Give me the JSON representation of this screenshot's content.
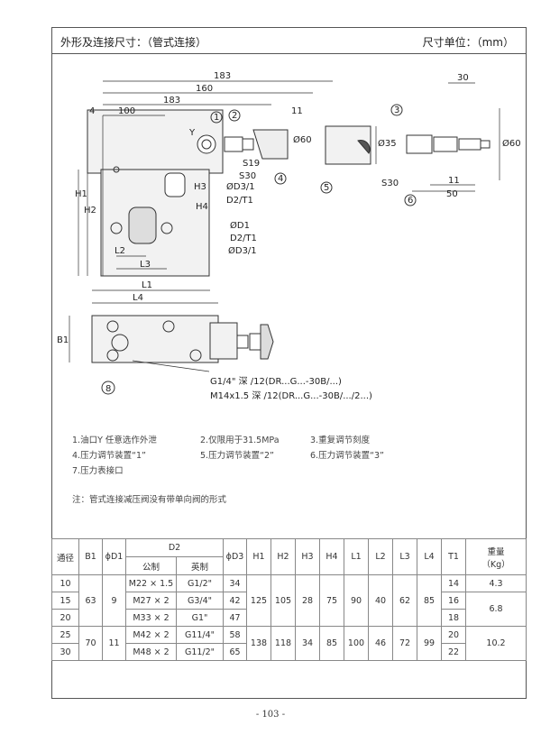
{
  "header": {
    "title": "外形及连接尺寸：（管式连接）",
    "unit": "尺寸单位：（mm）"
  },
  "drawing_labels": {
    "d183a": "183",
    "d160": "160",
    "d183b": "183",
    "d100": "100",
    "d4": "4",
    "d11a": "11",
    "d60a": "Ø60",
    "dH1": "H1",
    "dH2": "H2",
    "dH3": "H3",
    "dH4": "H4",
    "s19": "S19",
    "s30a": "S30",
    "d3_1a": "ØD3/1",
    "d2t1a": "D2/T1",
    "dD1": "ØD1",
    "d2t1b": "D2/T1",
    "d3_1b": "ØD3/1",
    "L2": "L2",
    "L3": "L3",
    "d30": "30",
    "d35": "Ø35",
    "d60b": "Ø60",
    "s30b": "S30",
    "d11b": "11",
    "d50": "50",
    "n1": "1",
    "n2": "2",
    "n3": "3",
    "n4": "4",
    "n5": "5",
    "n6": "6",
    "n8": "8",
    "Y": "Y",
    "L1": "L1",
    "L4": "L4",
    "B1": "B1",
    "thread1": "G1/4\" 深 /12(DR...G...-30B/...)",
    "thread2": "M14x1.5 深 /12(DR...G...-30B/.../2...)"
  },
  "notes": [
    "1.油口Y 任意选作外泄",
    "2.仅限用于31.5MPa",
    "3.重复调节刻度",
    "4.压力调节装置“1”",
    "5.压力调节装置“2”",
    "6.压力调节装置“3”",
    "7.压力表接口"
  ],
  "footnote": "注：管式连接减压阀没有带单向阀的形式",
  "table": {
    "headers": {
      "tongjing": "通径",
      "b1": "B1",
      "d1": "ϕD1",
      "d2": "D2",
      "metric": "公制",
      "imperial": "英制",
      "d3": "ϕD3",
      "h1": "H1",
      "h2": "H2",
      "h3": "H3",
      "h4": "H4",
      "l1": "L1",
      "l2": "L2",
      "l3": "L3",
      "l4": "L4",
      "t1": "T1",
      "weight": "重量",
      "weight_unit": "（Kg）"
    },
    "groups": [
      {
        "b1": "63",
        "d1": "9",
        "h1": "125",
        "h2": "105",
        "h3": "28",
        "h4": "75",
        "l1": "90",
        "l2": "40",
        "l3": "62",
        "l4": "85",
        "rows": [
          {
            "size": "10",
            "metric": "M22 × 1.5",
            "imperial": "G1/2\"",
            "d3": "34",
            "t1": "14",
            "weight": "4.3"
          },
          {
            "size": "15",
            "metric": "M27 × 2",
            "imperial": "G3/4\"",
            "d3": "42",
            "t1": "16",
            "weight": "6.8"
          },
          {
            "size": "20",
            "metric": "M33 × 2",
            "imperial": "G1\"",
            "d3": "47",
            "t1": "18",
            "weight": ""
          }
        ]
      },
      {
        "b1": "70",
        "d1": "11",
        "h1": "138",
        "h2": "118",
        "h3": "34",
        "h4": "85",
        "l1": "100",
        "l2": "46",
        "l3": "72",
        "l4": "99",
        "rows": [
          {
            "size": "25",
            "metric": "M42 × 2",
            "imperial": "G11/4\"",
            "d3": "58",
            "t1": "20",
            "weight": "10.2"
          },
          {
            "size": "30",
            "metric": "M48 × 2",
            "imperial": "G11/2\"",
            "d3": "65",
            "t1": "22",
            "weight": ""
          }
        ]
      }
    ]
  },
  "page_number": "- 103 -"
}
